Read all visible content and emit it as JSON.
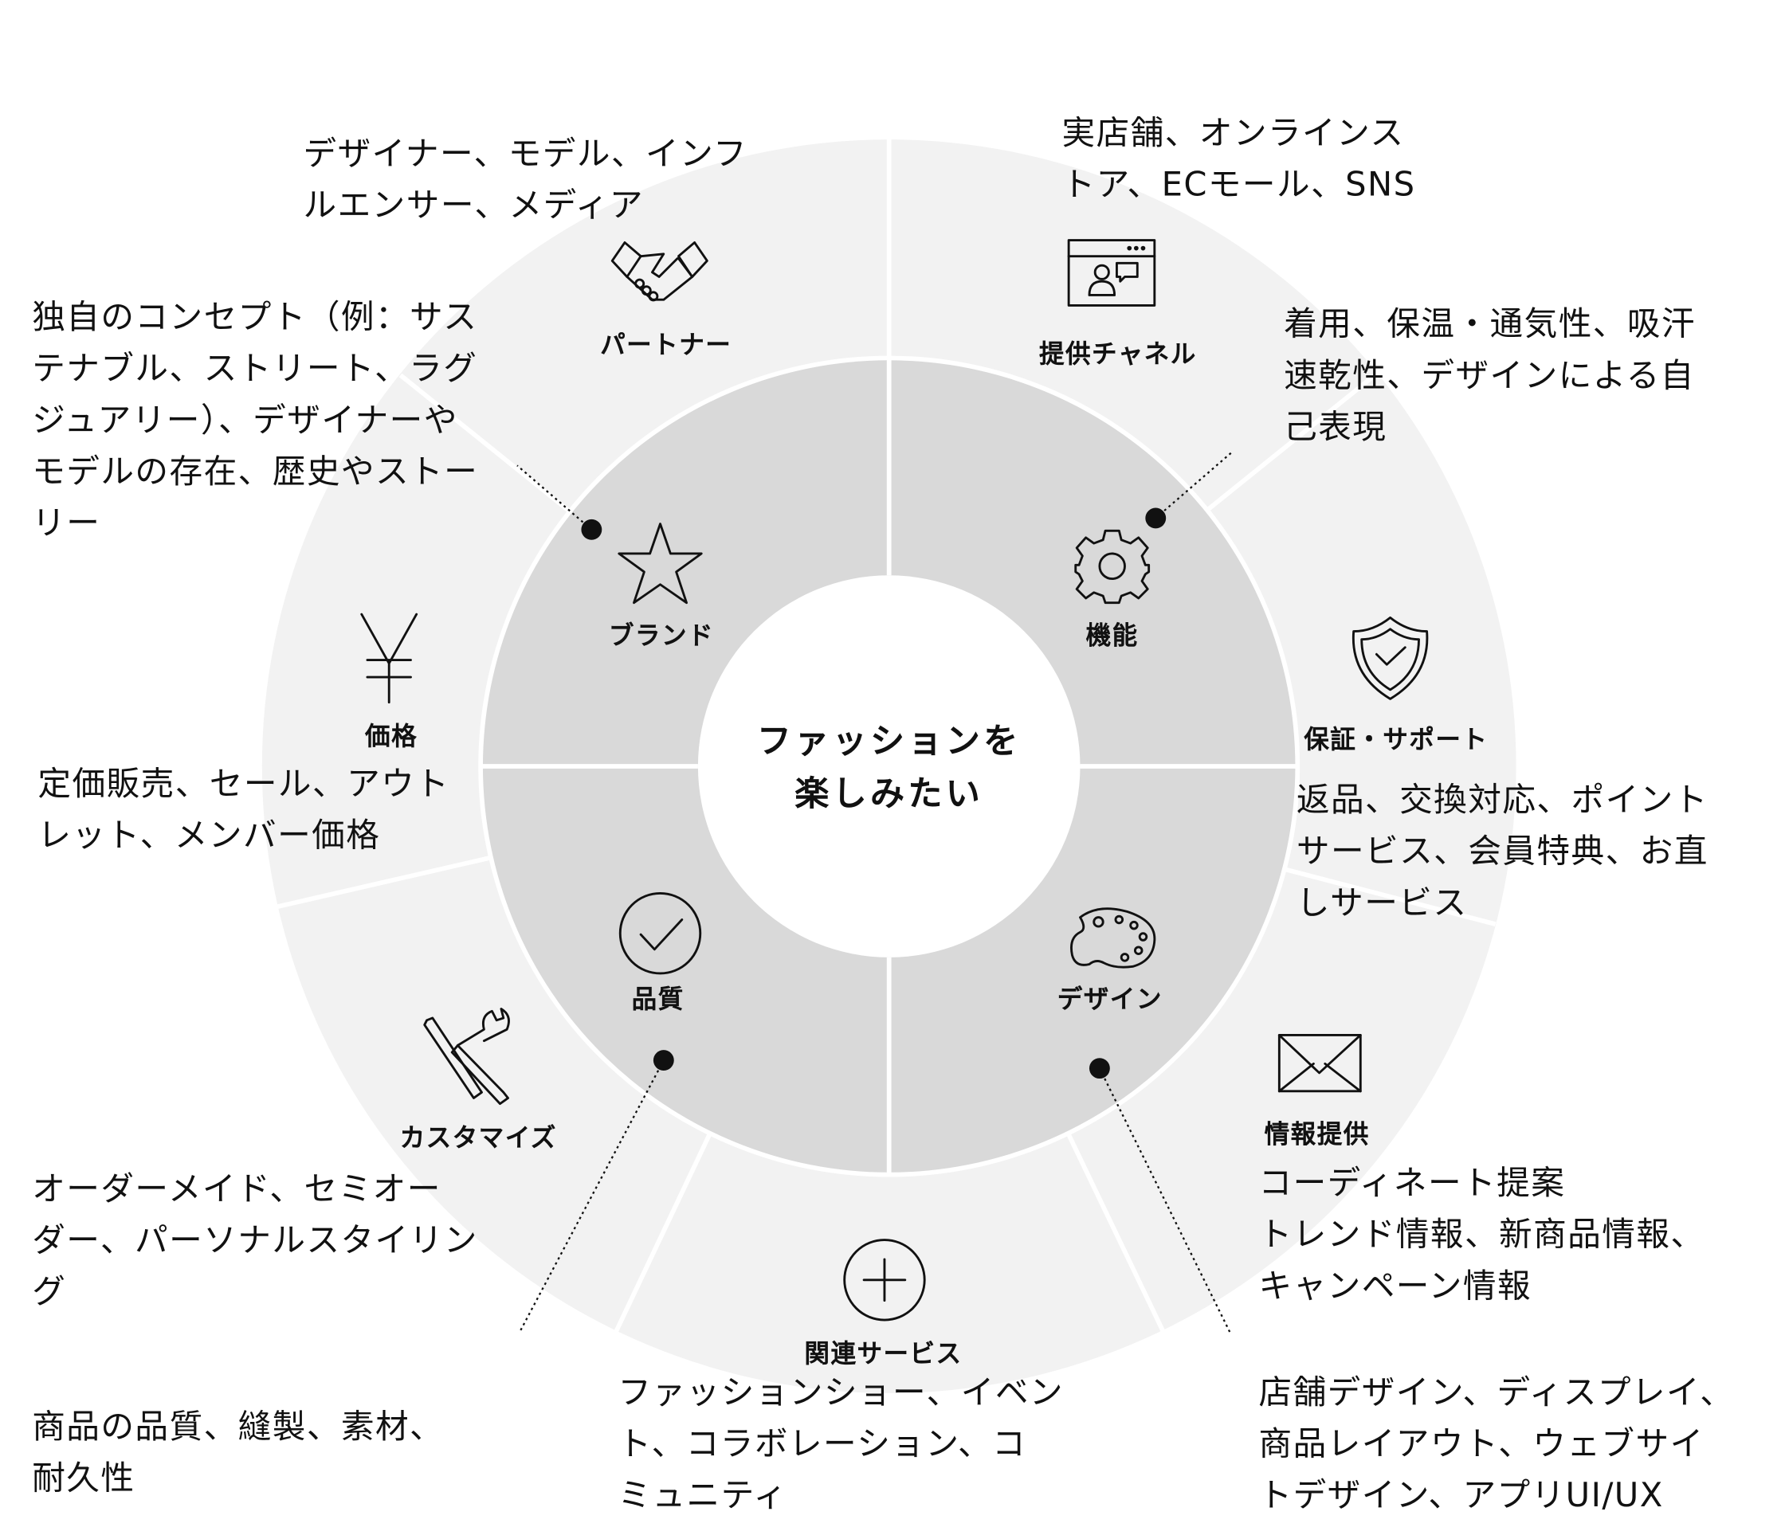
{
  "center": {
    "lines": [
      "ファッションを",
      "楽しみたい"
    ]
  },
  "inner_segments": [
    {
      "label": "ブランド",
      "icon": "star-icon"
    },
    {
      "label": "機能",
      "icon": "gear-icon"
    },
    {
      "label": "品質",
      "icon": "check-circle-icon"
    },
    {
      "label": "デザイン",
      "icon": "palette-icon"
    }
  ],
  "outer_segments": [
    {
      "label": "パートナー",
      "icon": "handshake-icon"
    },
    {
      "label": "提供チャネル",
      "icon": "browser-chat-icon"
    },
    {
      "label": "保証・サポート",
      "icon": "shield-check-icon"
    },
    {
      "label": "情報提供",
      "icon": "envelope-icon"
    },
    {
      "label": "関連サービス",
      "icon": "plus-circle-icon"
    },
    {
      "label": "カスタマイズ",
      "icon": "tools-icon"
    },
    {
      "label": "価格",
      "icon": "yen-icon"
    }
  ],
  "descriptions": {
    "partner": [
      "デザイナー、モデル、インフ",
      "ルエンサー、メディア"
    ],
    "channel": [
      "実店舗、オンラインス",
      "トア、ECモール、SNS"
    ],
    "brand": [
      "独自のコンセプト（例：サス",
      "テナブル、ストリート、ラグ",
      "ジュアリー）、デザイナーや",
      "モデルの存在、歴史やストー",
      "リー"
    ],
    "function": [
      "着用、保温・通気性、吸汗",
      "速乾性、デザインによる自",
      "己表現"
    ],
    "price": [
      "定価販売、セール、アウト",
      "レット、メンバー価格"
    ],
    "support": [
      "返品、交換対応、ポイント",
      "サービス、会員特典、お直",
      "しサービス"
    ],
    "customize": [
      "オーダーメイド、セミオー",
      "ダー、パーソナルスタイリン",
      "グ"
    ],
    "info": [
      "コーディネート提案",
      "トレンド情報、新商品情報、",
      "キャンペーン情報"
    ],
    "quality": [
      "商品の品質、縫製、素材、",
      "耐久性"
    ],
    "related": [
      "ファッションショー、イベン",
      "ト、コラボレーション、コ",
      "ミュニティ"
    ],
    "design": [
      "店舗デザイン、ディスプレイ、",
      "商品レイアウト、ウェブサイ",
      "トデザイン、アプリUI/UX"
    ]
  },
  "colors": {
    "outer_ring": "#f2f2f2",
    "inner_ring": "#d9d9d9",
    "center": "#ffffff",
    "ink": "#111111"
  }
}
